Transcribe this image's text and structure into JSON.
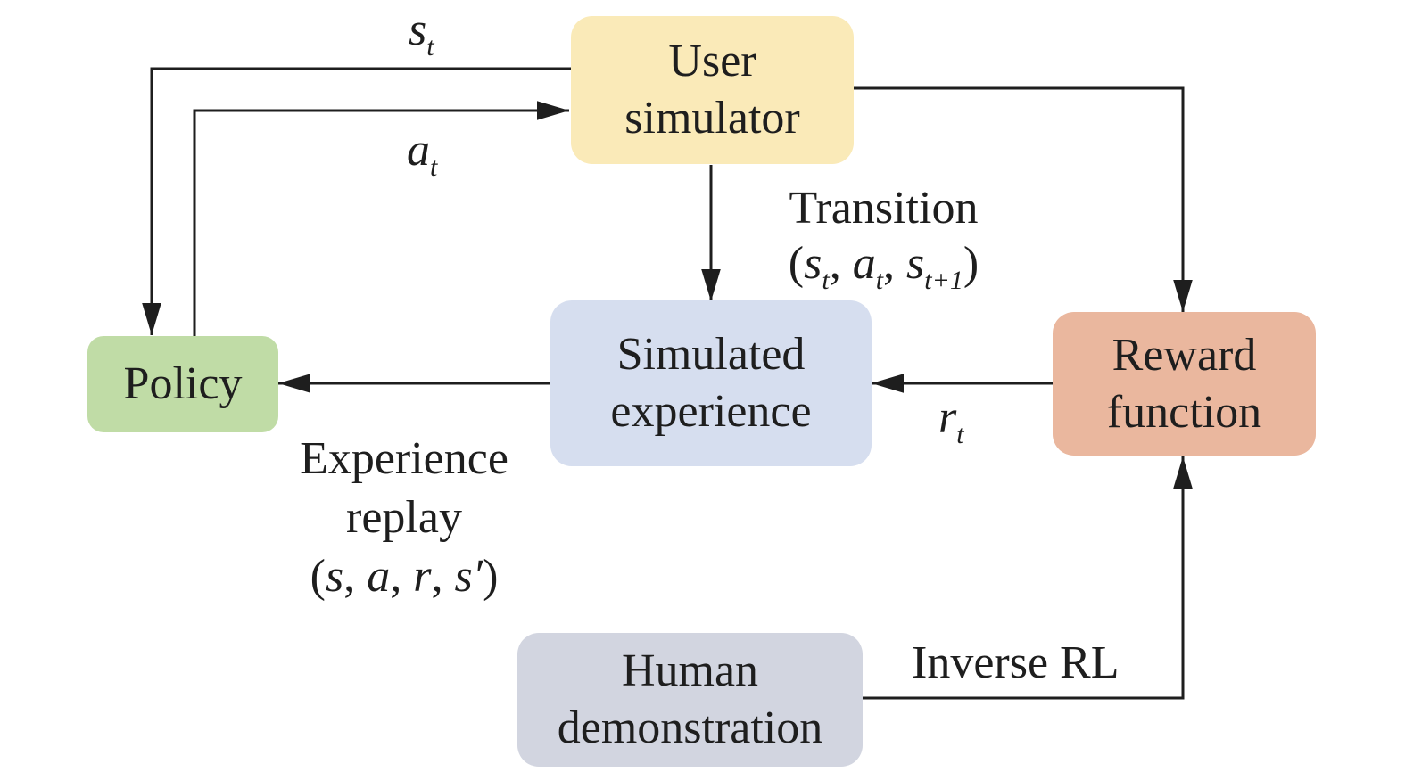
{
  "nodes": {
    "user_simulator": {
      "lines": [
        "User",
        "simulator"
      ],
      "color": "#faeab8"
    },
    "simulated_experience": {
      "lines": [
        "Simulated",
        "experience"
      ],
      "color": "#d6deef"
    },
    "policy": {
      "lines": [
        "Policy"
      ],
      "color": "#c0dca6"
    },
    "reward_function": {
      "lines": [
        "Reward",
        "function"
      ],
      "color": "#eab79e"
    },
    "human_demonstration": {
      "lines": [
        "Human",
        "demonstration"
      ],
      "color": "#d2d5e0"
    }
  },
  "labels": {
    "state": {
      "base": "s",
      "sub": "t"
    },
    "action": {
      "base": "a",
      "sub": "t"
    },
    "reward": {
      "base": "r",
      "sub": "t"
    },
    "transition": {
      "title": "Transition",
      "open": "(",
      "s": "s",
      "s_sub": "t",
      "sep": ",",
      "a": "a",
      "a_sub": "t",
      "s2": "s",
      "s2_sub": "t+1",
      "close": ")"
    },
    "experience_replay": {
      "line1": "Experience",
      "line2": "replay",
      "tuple_open": "(",
      "tuple_items": [
        "s",
        "a",
        "r",
        "s′"
      ],
      "tuple_sep": ", ",
      "tuple_close": ")"
    },
    "inverse_rl": "Inverse RL"
  },
  "colors": {
    "edge": "#1e1e1e",
    "text": "#1e1e1e"
  }
}
